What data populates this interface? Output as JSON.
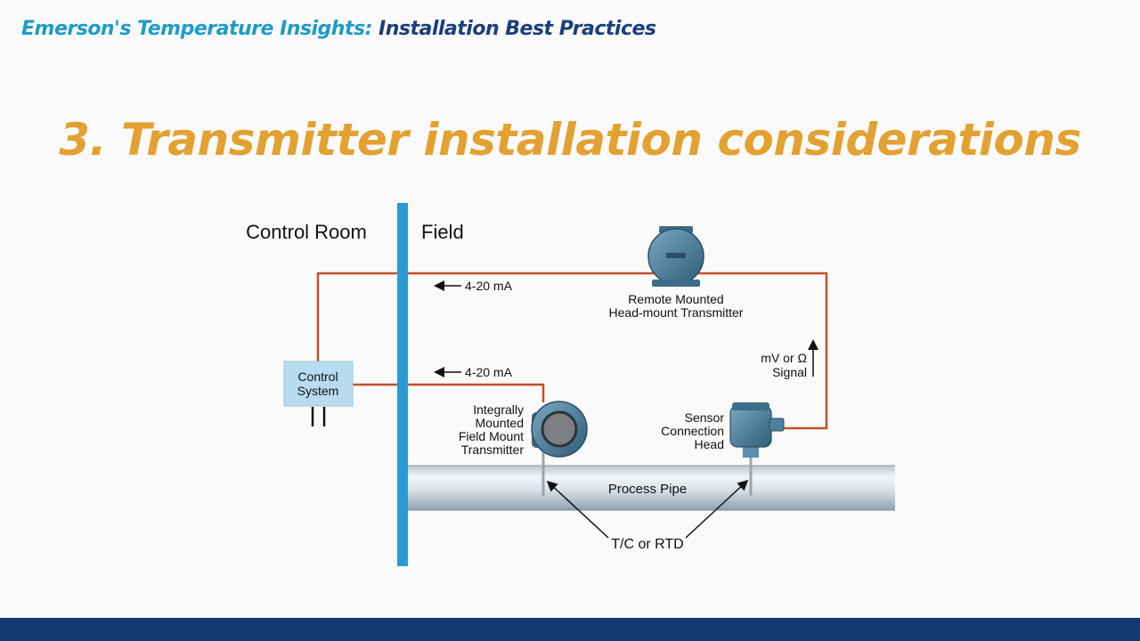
{
  "header": {
    "brand": "Emerson's Temperature Insights:",
    "topic": "Installation Best Practices"
  },
  "slide": {
    "title": "3. Transmitter installation considerations"
  },
  "diagram": {
    "control_room_label": "Control Room",
    "field_label": "Field",
    "signal_top": "4-20 mA",
    "signal_mid": "4-20 mA",
    "remote_transmitter_label": [
      "Remote Mounted",
      "Head-mount Transmitter"
    ],
    "control_system_label": [
      "Control",
      "System"
    ],
    "integral_transmitter_label": [
      "Integrally",
      "Mounted",
      "Field Mount",
      "Transmitter"
    ],
    "sensor_head_label": [
      "Sensor",
      "Connection",
      "Head"
    ],
    "signal_label": [
      "mV or Ω",
      "Signal"
    ],
    "pipe_label": "Process Pipe",
    "sensor_label": "T/C or RTD",
    "colors": {
      "wire": "#c0502a",
      "divider": "#2b9bd3",
      "device": "#4d7f9a",
      "control_box": "#b8dcef"
    }
  }
}
